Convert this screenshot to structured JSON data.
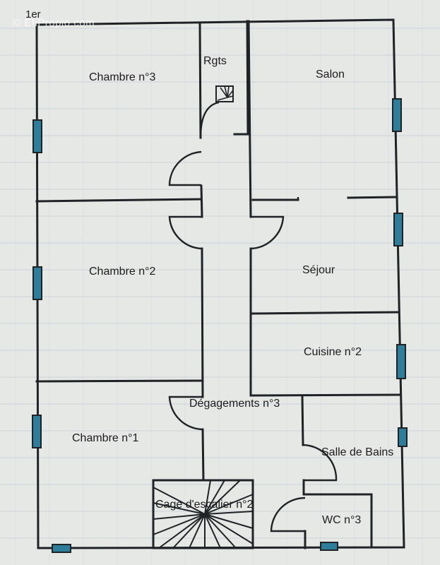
{
  "floor_label": "1er",
  "watermark": "© EfiPropio.com",
  "rooms": {
    "chambre3": "Chambre n°3",
    "rgts": "Rgts",
    "salon": "Salon",
    "chambre2": "Chambre n°2",
    "sejour": "Séjour",
    "cuisine2": "Cuisine n°2",
    "degagements3": "Dégagements n°3",
    "chambre1": "Chambre n°1",
    "salle_de_bains": "Salle de Bains",
    "cage_escalier2": "Cage d'escalier n°2",
    "wc3": "WC n°3"
  },
  "colors": {
    "paper": "#e6e8e6",
    "wall": "#1f2326",
    "window": "#2e7d9a",
    "grid": "#c9d2d9"
  }
}
